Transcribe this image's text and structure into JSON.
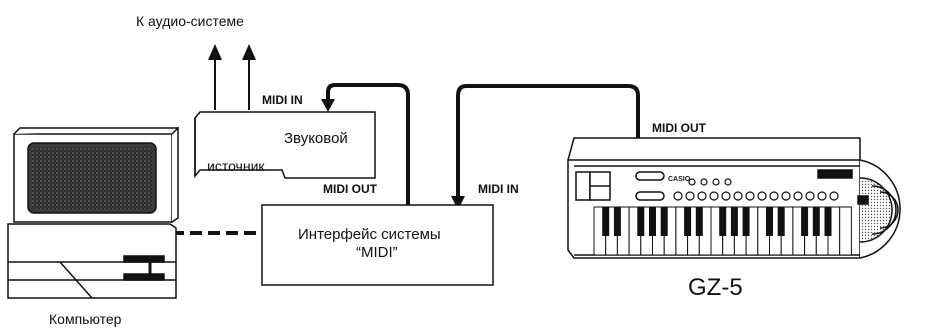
{
  "labels": {
    "audio_system": "К аудио-системе",
    "sound_source_line1": "Звуковой",
    "sound_source_line2": "источник",
    "midi_in_sound": "MIDI IN",
    "midi_out_interface": "MIDI OUT",
    "midi_in_interface": "MIDI IN",
    "midi_out_keyboard": "MIDI OUT",
    "interface_line1": "Интерфейс системы",
    "interface_line2": "“MIDI”",
    "computer": "Компьютер",
    "model": "GZ-5",
    "brand": "CASIO"
  },
  "colors": {
    "ink": "#111111",
    "screen": "#3a3a3a",
    "paper": "#ffffff"
  }
}
